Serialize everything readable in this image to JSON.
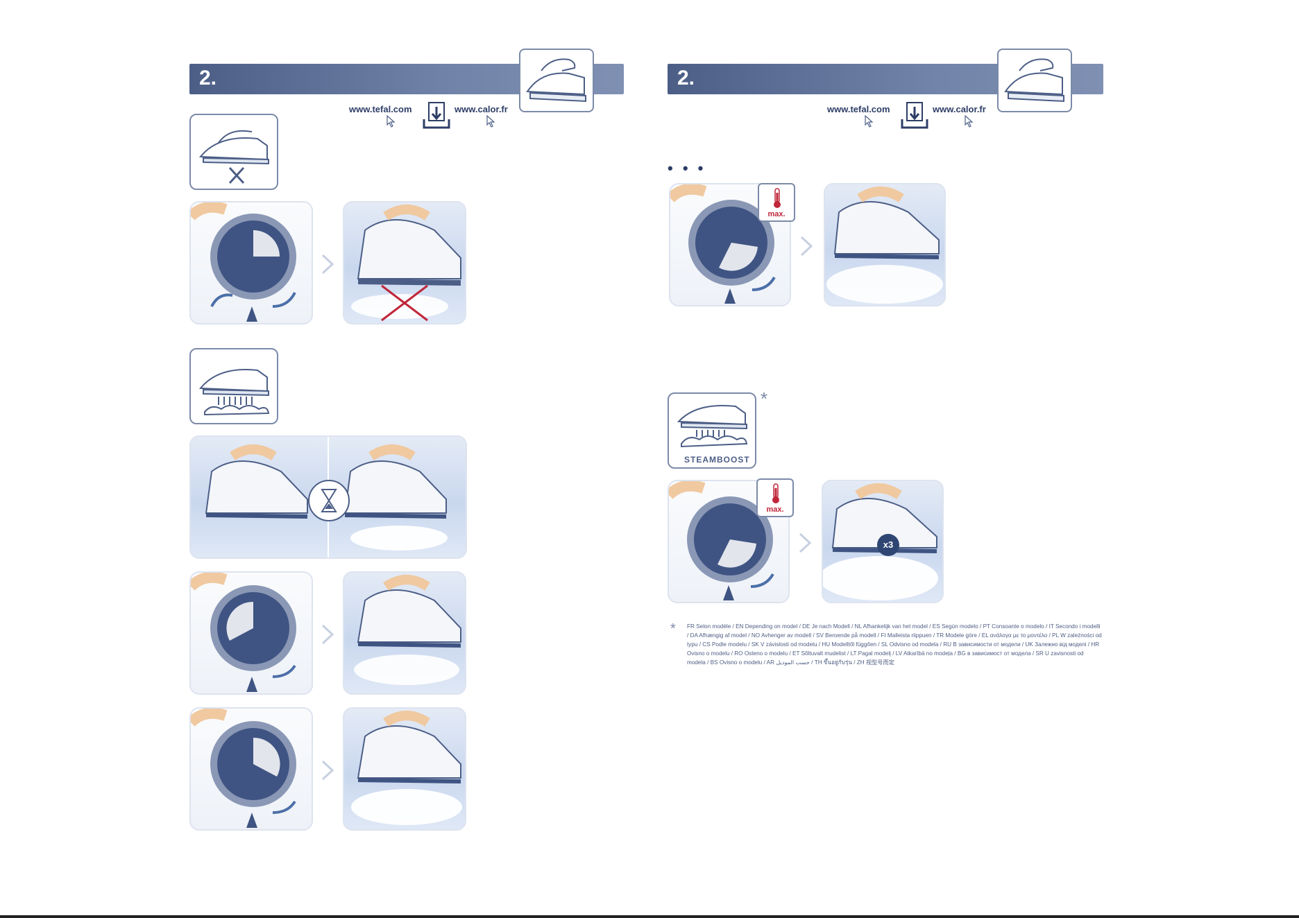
{
  "left_page": {
    "step_number": "2.",
    "url_left": "www.tefal.com",
    "url_right": "www.calor.fr"
  },
  "right_page": {
    "step_number": "2.",
    "url_left": "www.tefal.com",
    "url_right": "www.calor.fr",
    "ellipsis": "• • •",
    "max_label_1": "max.",
    "max_label_2": "max.",
    "steamboost_label": "STEAMBOOST",
    "asterisk": "*",
    "x3_label": "x3",
    "footnote_star": "*",
    "footnote": "FR Selon modèle / EN Depending on model / DE Je nach Modell / NL Afhankelijk van het model / ES Según modelo / PT Consoante o modelo / IT Secondo i modelli / DA Afhængig af model / NO Avhenger av modell / SV Beroende på modell / FI Malleista riippuen / TR Modele göre / EL ανάλογα με το μοντέλο / PL W zależności od typu / CS Podle modelu / SK V závislosti od modelu / HU Modelltől függően / SL Odvisno od modela / RU В зависимости от модели / UK Залежно від моделі / HR Ovisno o modelu / RO Osteno o modelu / ET Sõltuvalt mudelist / LT Pagal modelį / LV Atkarībā no modeļa / BG в зависимост от модела / SR U zavisnosti od modela / BS Ovisno o modelu / AR حسب الموديل / TH ขึ้นอยู่กับรุ่น / ZH 视型号而定"
  },
  "colors": {
    "header": "#5a6b92",
    "accent": "#2c3d66",
    "steam": "#c9d7ee",
    "red": "#c0263a"
  }
}
